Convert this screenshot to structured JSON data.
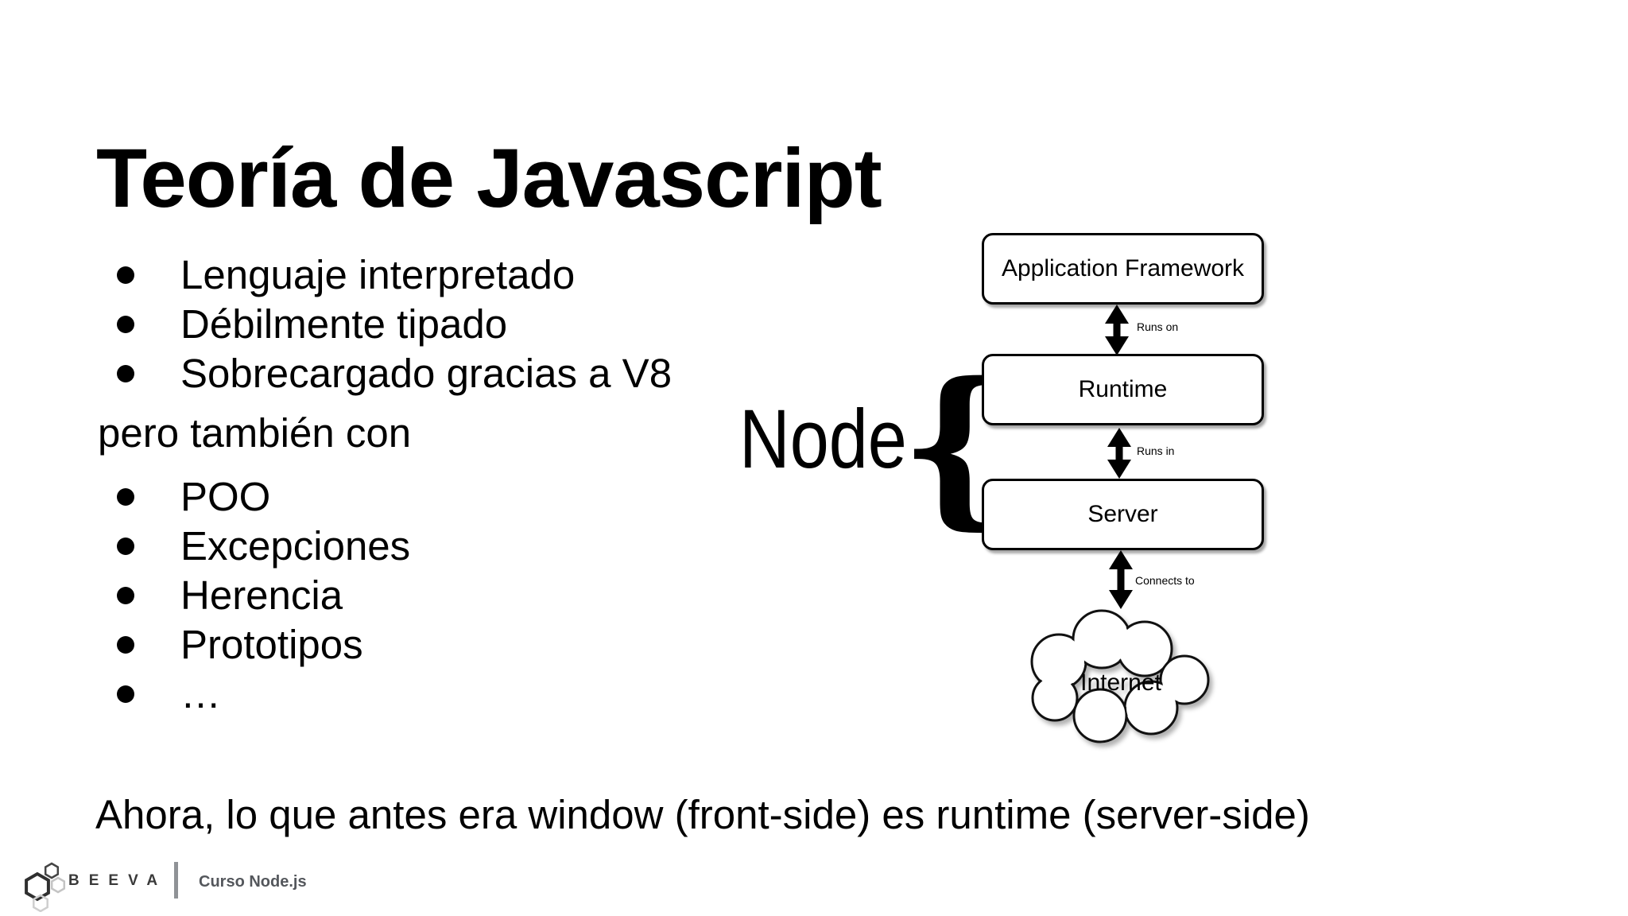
{
  "slide": {
    "title": "Teoría de Javascript",
    "bullets_primary": [
      "Lenguaje interpretado",
      "Débilmente tipado",
      "Sobrecargado gracias a V8"
    ],
    "connector_text": "pero también con",
    "bullets_secondary": [
      "POO",
      "Excepciones",
      "Herencia",
      "Prototipos",
      "…"
    ],
    "closing_text": "Ahora, lo que antes era window (front-side) es runtime (server-side)"
  },
  "diagram": {
    "node_label": "Node",
    "brace_glyph": "{",
    "boxes": [
      {
        "label": "Application Framework"
      },
      {
        "label": "Runtime"
      },
      {
        "label": "Server"
      }
    ],
    "arrows": [
      {
        "label": "Runs on"
      },
      {
        "label": "Runs in"
      },
      {
        "label": "Connects to"
      }
    ],
    "cloud_label": "Internet"
  },
  "footer": {
    "brand": "BEEVA",
    "course_label": "Curso Node.js"
  },
  "colors": {
    "background": "#ffffff",
    "text": "#000000",
    "footer_brand": "#3a3a3a",
    "footer_divider": "#8f9296",
    "footer_course": "#54575c"
  }
}
